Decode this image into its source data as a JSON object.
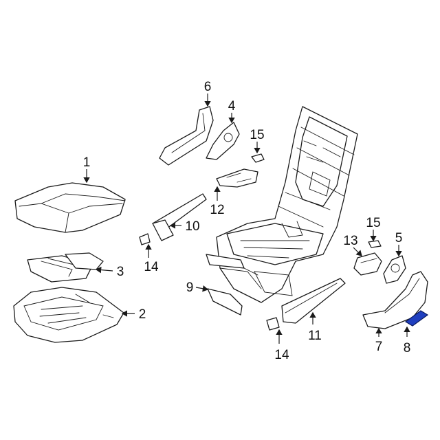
{
  "highlight_color": "#1f3fbf",
  "callouts": {
    "c1": "1",
    "c2": "2",
    "c3": "3",
    "c4": "4",
    "c5": "5",
    "c6": "6",
    "c7": "7",
    "c8": "8",
    "c9": "9",
    "c10": "10",
    "c11": "11",
    "c12": "12",
    "c13": "13",
    "c14a": "14",
    "c14b": "14",
    "c15a": "15",
    "c15b": "15"
  }
}
